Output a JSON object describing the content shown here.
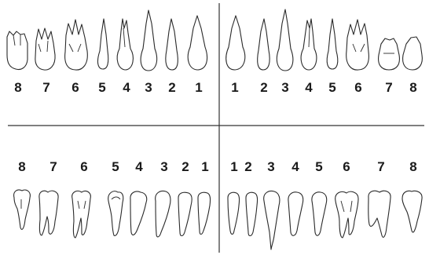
{
  "upper_left_numbers": [
    "8",
    "7",
    "6",
    "5",
    "4",
    "3",
    "2",
    "1"
  ],
  "upper_right_numbers": [
    "1",
    "2",
    "3",
    "4",
    "5",
    "6",
    "7",
    "8"
  ],
  "lower_left_numbers": [
    "8",
    "7",
    "6",
    "5",
    "4",
    "3",
    "2",
    "1"
  ],
  "lower_right_numbers": [
    "1",
    "2",
    "3",
    "4",
    "5",
    "6",
    "7",
    "8"
  ],
  "colors": {
    "line": "#333333",
    "text": "#1a1a1a"
  }
}
